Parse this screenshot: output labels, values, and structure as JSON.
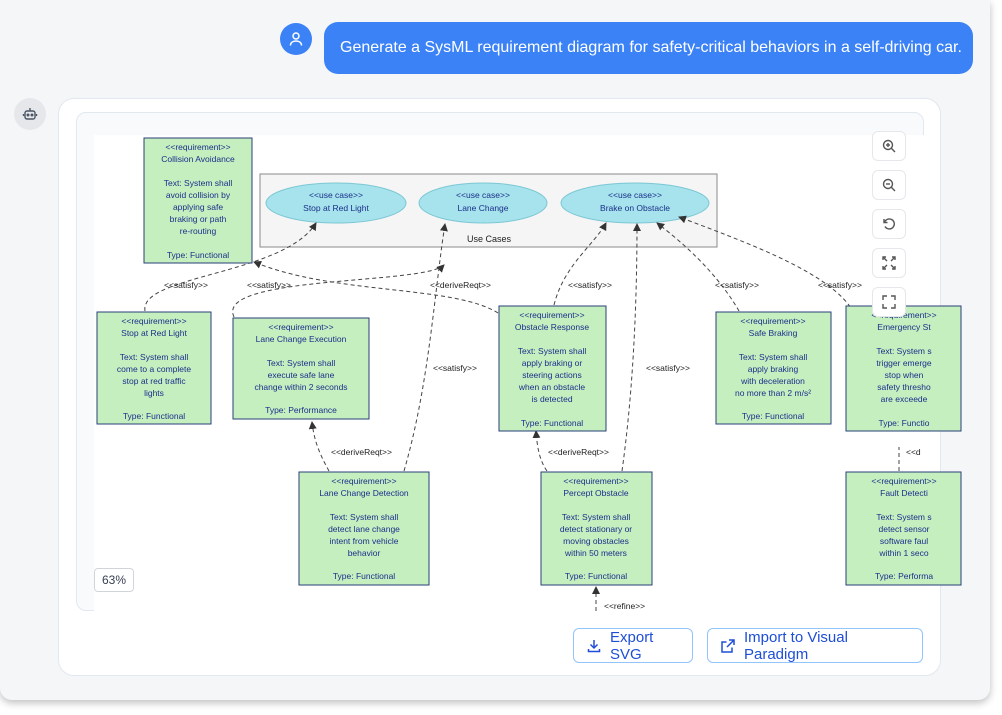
{
  "user_message": "Generate a SysML requirement diagram for safety-critical behaviors in a self-driving car.",
  "icons": {
    "user_avatar": "user-icon",
    "bot_avatar": "robot-icon",
    "zoom_in": "zoom-in-icon",
    "zoom_out": "zoom-out-icon",
    "reset": "reset-icon",
    "fit": "fit-screen-icon",
    "fullscreen": "fullscreen-icon",
    "export": "download-icon",
    "import": "external-link-icon"
  },
  "zoom_level": "63%",
  "actions": {
    "export_label": "Export SVG",
    "import_label": "Import to Visual Paradigm"
  },
  "colors": {
    "accent": "#3b82f6",
    "requirement_fill": "#c6efc0",
    "requirement_border": "#2a3f7a",
    "usecase_fill": "#a6e3ec",
    "text_blue": "#1b2f8a"
  },
  "diagram": {
    "package_label": "Use Cases",
    "use_cases": [
      {
        "stereotype": "<<use case>>",
        "name": "Stop at Red Light"
      },
      {
        "stereotype": "<<use case>>",
        "name": "Lane Change"
      },
      {
        "stereotype": "<<use case>>",
        "name": "Brake on Obstacle"
      }
    ],
    "requirements": [
      {
        "stereotype": "<<requirement>>",
        "name": "Collision Avoidance",
        "text_lines": [
          "Text: System shall",
          "avoid collision by",
          "applying safe",
          "braking or path",
          "re-routing"
        ],
        "type": "Type: Functional"
      },
      {
        "stereotype": "<<requirement>>",
        "name": "Stop at Red Light",
        "text_lines": [
          "Text: System shall",
          "come to a complete",
          "stop at red traffic",
          "lights"
        ],
        "type": "Type: Functional"
      },
      {
        "stereotype": "<<requirement>>",
        "name": "Lane Change Execution",
        "text_lines": [
          "Text: System shall",
          "execute safe lane",
          "change within 2 seconds"
        ],
        "type": "Type: Performance"
      },
      {
        "stereotype": "<<requirement>>",
        "name": "Obstacle Response",
        "text_lines": [
          "Text: System shall",
          "apply braking or",
          "steering actions",
          "when an obstacle",
          "is detected"
        ],
        "type": "Type: Functional"
      },
      {
        "stereotype": "<<requirement>>",
        "name": "Safe Braking",
        "text_lines": [
          "Text: System shall",
          "apply braking",
          "with deceleration",
          "no more than 2 m/s²"
        ],
        "type": "Type: Functional"
      },
      {
        "stereotype": "<<requirement>>",
        "name": "Emergency St",
        "text_lines": [
          "Text: System s",
          "trigger emerge",
          "stop when",
          "safety thresho",
          "are exceede"
        ],
        "type": "Type: Functio"
      },
      {
        "stereotype": "<<requirement>>",
        "name": "Lane Change Detection",
        "text_lines": [
          "Text: System shall",
          "detect lane change",
          "intent from vehicle",
          "behavior"
        ],
        "type": "Type: Functional"
      },
      {
        "stereotype": "<<requirement>>",
        "name": "Percept Obstacle",
        "text_lines": [
          "Text: System shall",
          "detect stationary or",
          "moving obstacles",
          "within 50 meters"
        ],
        "type": "Type: Functional"
      },
      {
        "stereotype": "<<requirement>>",
        "name": "Fault Detecti",
        "text_lines": [
          "Text: System s",
          "detect sensor",
          "software faul",
          "within 1 seco"
        ],
        "type": "Type: Performa"
      }
    ],
    "relations": {
      "satisfy": "<<satisfy>>",
      "deriveReqt": "<<deriveReqt>>",
      "refine": "<<refine>>",
      "partial_derive": "<<d"
    }
  }
}
